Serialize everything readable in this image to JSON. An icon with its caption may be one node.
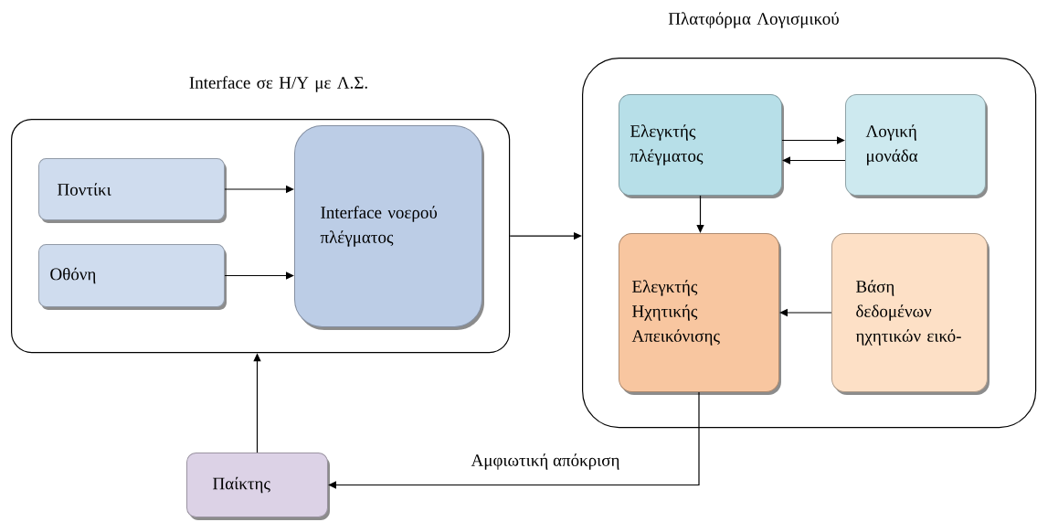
{
  "diagram": {
    "nodes": [
      {
        "text": [
          "Interface σε Η/Υ με Λ.Σ."
        ]
      },
      {
        "text": [
          "Ποντίκι"
        ],
        "in": 0
      },
      {
        "text": [
          "Οθόνη"
        ],
        "in": 0
      },
      {
        "text": [
          "Interface νοερού πλέγματος"
        ],
        "in": 0
      },
      {
        "text": [
          "Πλατφόρμα Λογισμικού"
        ]
      },
      {
        "text": [
          "Ελεγκτής πλέγματος"
        ],
        "in": 4
      },
      {
        "text": [
          "Λογική μονάδα"
        ],
        "in": 4
      },
      {
        "text": [
          "Ελεγκτής Ηχητικής Απεικόνισης"
        ],
        "in": 4
      },
      {
        "text": [
          "Βάση δεδομένων ηχητικών εικό-"
        ],
        "in": 4
      },
      {
        "text": [
          "Παίκτης"
        ]
      }
    ],
    "edges": [
      {
        "from": 1,
        "to": 3,
        "arrow": "to"
      },
      {
        "from": 2,
        "to": 3,
        "arrow": "to"
      },
      {
        "from": 0,
        "to": 4,
        "arrow": "to"
      },
      {
        "from": 5,
        "to": 6,
        "arrow": "to"
      },
      {
        "from": 6,
        "to": 5,
        "arrow": "to"
      },
      {
        "from": 5,
        "to": 7,
        "arrow": "to"
      },
      {
        "from": 8,
        "to": 7,
        "arrow": "to"
      },
      {
        "from": 7,
        "to": 9,
        "label": "Αμφιωτική απόκριση",
        "arrow": "to"
      },
      {
        "from": 9,
        "to": 0,
        "arrow": "to"
      }
    ]
  }
}
